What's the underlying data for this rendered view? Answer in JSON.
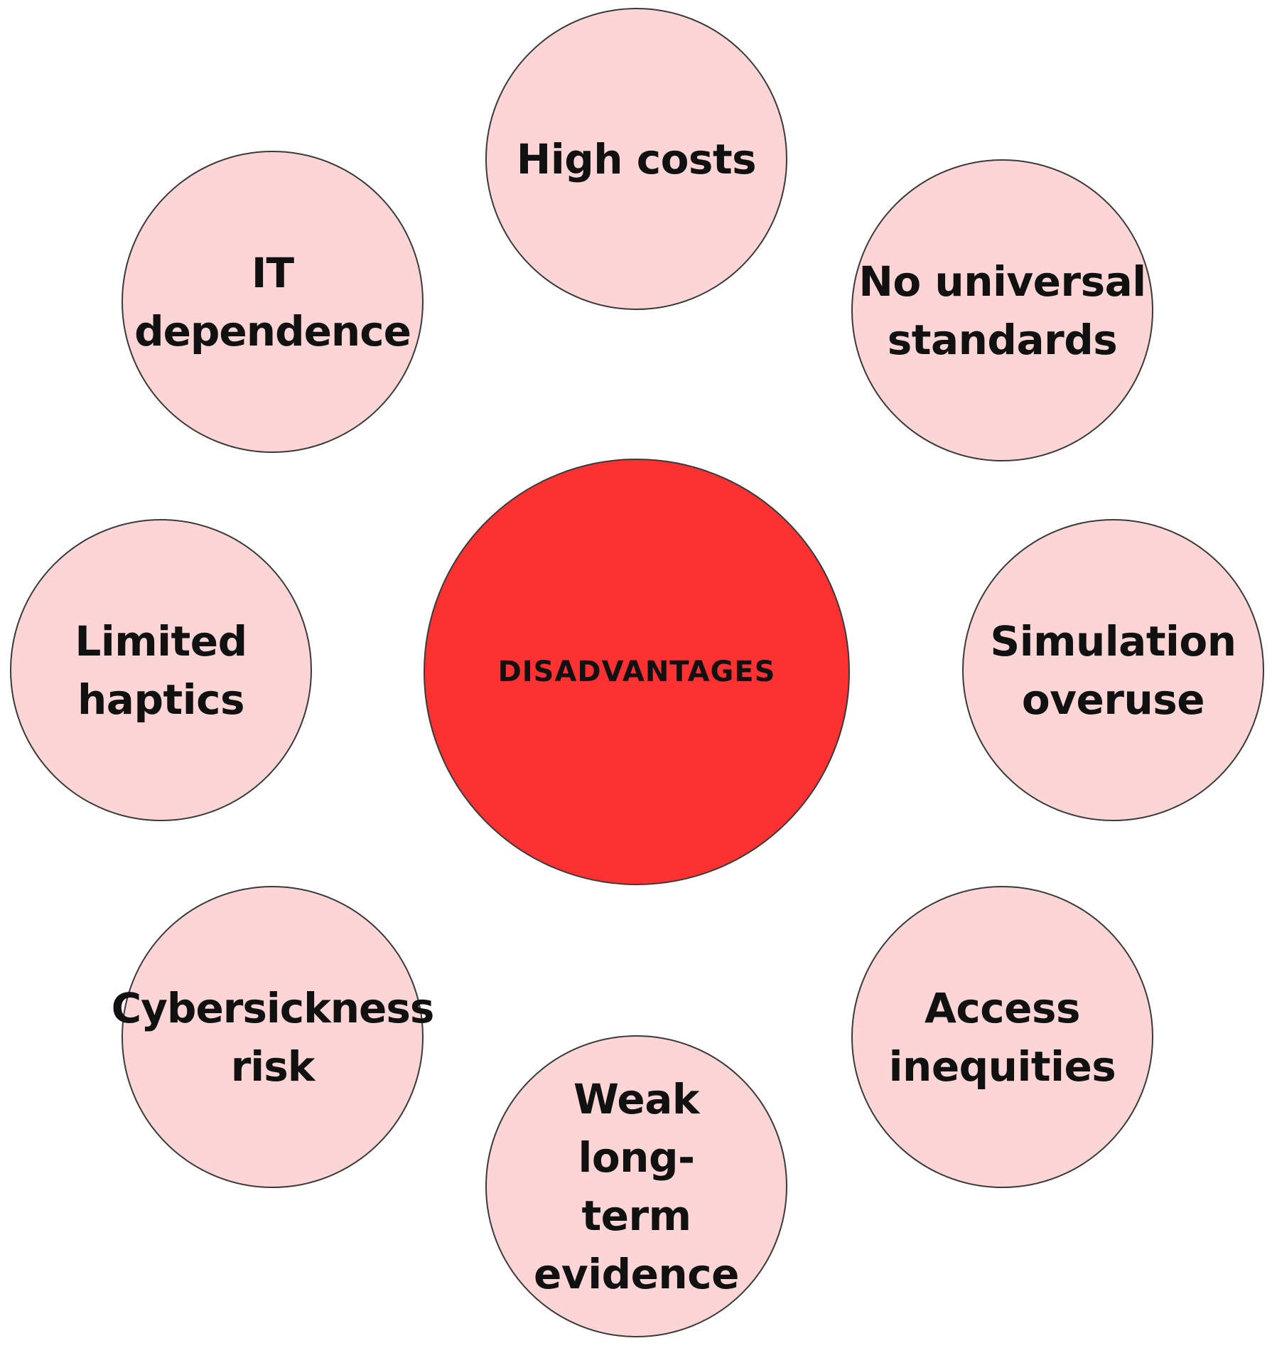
{
  "center": {
    "label": "DISADVANTAGES",
    "color": "#fc3131"
  },
  "nodes": [
    {
      "label": "High costs"
    },
    {
      "label": "No universal\nstandards"
    },
    {
      "label": "Simulation\noveruse"
    },
    {
      "label": "Access\ninequities"
    },
    {
      "label": "Weak\nlong-\nterm\nevidence"
    },
    {
      "label": "Cybersickness\nrisk"
    },
    {
      "label": "Limited\nhaptics"
    },
    {
      "label": "IT dependence"
    }
  ],
  "colors": {
    "node_fill": "#fcd6d6",
    "node_border": "#3a3a3a",
    "text": "#111111"
  }
}
